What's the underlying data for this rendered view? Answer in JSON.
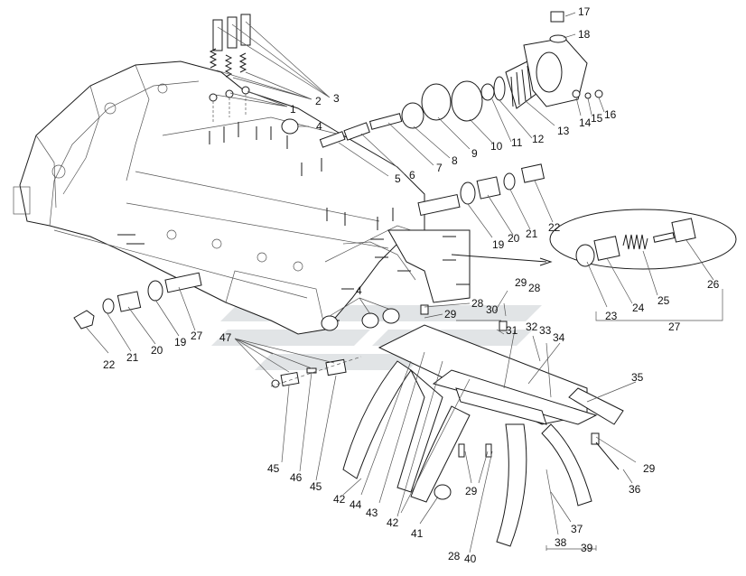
{
  "callouts": [
    {
      "id": "c1",
      "text": "1"
    },
    {
      "id": "c2",
      "text": "2"
    },
    {
      "id": "c3",
      "text": "3"
    },
    {
      "id": "c4a",
      "text": "4"
    },
    {
      "id": "c5",
      "text": "5"
    },
    {
      "id": "c6",
      "text": "6"
    },
    {
      "id": "c7",
      "text": "7"
    },
    {
      "id": "c8",
      "text": "8"
    },
    {
      "id": "c9",
      "text": "9"
    },
    {
      "id": "c10",
      "text": "10"
    },
    {
      "id": "c11",
      "text": "11"
    },
    {
      "id": "c12",
      "text": "12"
    },
    {
      "id": "c13",
      "text": "13"
    },
    {
      "id": "c14",
      "text": "14"
    },
    {
      "id": "c15",
      "text": "15"
    },
    {
      "id": "c16",
      "text": "16"
    },
    {
      "id": "c17",
      "text": "17"
    },
    {
      "id": "c18",
      "text": "18"
    },
    {
      "id": "c19a",
      "text": "19"
    },
    {
      "id": "c20a",
      "text": "20"
    },
    {
      "id": "c21a",
      "text": "21"
    },
    {
      "id": "c22a",
      "text": "22"
    },
    {
      "id": "c23",
      "text": "23"
    },
    {
      "id": "c24",
      "text": "24"
    },
    {
      "id": "c25",
      "text": "25"
    },
    {
      "id": "c26",
      "text": "26"
    },
    {
      "id": "c27a",
      "text": "27"
    },
    {
      "id": "c22b",
      "text": "22"
    },
    {
      "id": "c21b",
      "text": "21"
    },
    {
      "id": "c20b",
      "text": "20"
    },
    {
      "id": "c19b",
      "text": "19"
    },
    {
      "id": "c27b",
      "text": "27"
    },
    {
      "id": "c4b",
      "text": "4"
    },
    {
      "id": "c28a",
      "text": "28"
    },
    {
      "id": "c29a",
      "text": "29"
    },
    {
      "id": "c28b",
      "text": "28"
    },
    {
      "id": "c29b",
      "text": "29"
    },
    {
      "id": "c30",
      "text": "30"
    },
    {
      "id": "c31",
      "text": "31"
    },
    {
      "id": "c32",
      "text": "32"
    },
    {
      "id": "c33",
      "text": "33"
    },
    {
      "id": "c34",
      "text": "34"
    },
    {
      "id": "c35",
      "text": "35"
    },
    {
      "id": "c29c",
      "text": "29"
    },
    {
      "id": "c36",
      "text": "36"
    },
    {
      "id": "c37",
      "text": "37"
    },
    {
      "id": "c38",
      "text": "38"
    },
    {
      "id": "c39",
      "text": "39"
    },
    {
      "id": "c40",
      "text": "40"
    },
    {
      "id": "c28c",
      "text": "28"
    },
    {
      "id": "c29d",
      "text": "29"
    },
    {
      "id": "c41",
      "text": "41"
    },
    {
      "id": "c42a",
      "text": "42"
    },
    {
      "id": "c43",
      "text": "43"
    },
    {
      "id": "c44",
      "text": "44"
    },
    {
      "id": "c42b",
      "text": "42"
    },
    {
      "id": "c45a",
      "text": "45"
    },
    {
      "id": "c46",
      "text": "46"
    },
    {
      "id": "c45b",
      "text": "45"
    },
    {
      "id": "c47",
      "text": "47"
    }
  ]
}
